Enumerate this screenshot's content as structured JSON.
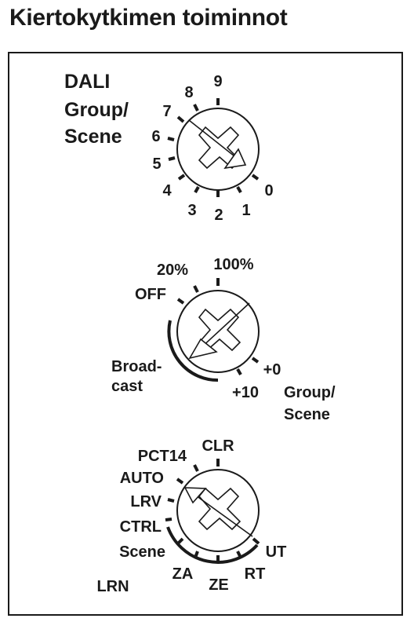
{
  "title": "Kiertokytkimen toiminnot",
  "switch1": {
    "heading_line1": "DALI",
    "heading_line2": "Group/",
    "heading_line3": "Scene",
    "positions": [
      "0",
      "1",
      "2",
      "3",
      "4",
      "5",
      "6",
      "7",
      "8",
      "9"
    ]
  },
  "switch2": {
    "labels": {
      "p100": "100%",
      "p20": "20%",
      "off": "OFF",
      "broadcast_line1": "Broad-",
      "broadcast_line2": "cast",
      "plus0": "+0",
      "plus10": "+10",
      "group_line1": "Group/",
      "group_line2": "Scene"
    }
  },
  "switch3": {
    "labels": {
      "clr": "CLR",
      "pct14": "PCT14",
      "auto": "AUTO",
      "lrv": "LRV",
      "ctrl": "CTRL",
      "scene": "Scene",
      "lrn": "LRN",
      "za": "ZA",
      "ze": "ZE",
      "rt": "RT",
      "ut": "UT"
    }
  }
}
